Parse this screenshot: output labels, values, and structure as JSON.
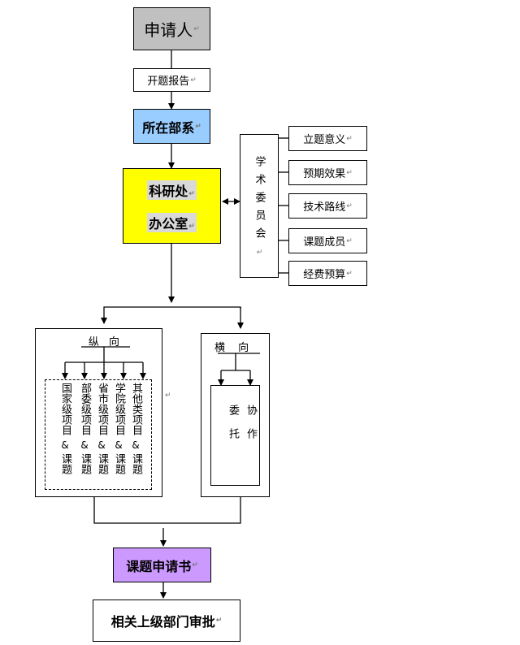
{
  "applicant": "申请人",
  "report": "开题报告",
  "department": "所在部系",
  "research_office": {
    "line1": "科研处",
    "line2": "办公室"
  },
  "committee": "学术委员会",
  "review_items": [
    "立题意义",
    "预期效果",
    "技术路线",
    "课题成员",
    "经费预算"
  ],
  "vertical": {
    "title": "纵 向",
    "columns": [
      {
        "top": "国家级项目",
        "bottom": "课题"
      },
      {
        "top": "部委级项目",
        "bottom": "课题"
      },
      {
        "top": "省市级项目",
        "bottom": "课题"
      },
      {
        "top": "学院级项目",
        "bottom": "课题"
      },
      {
        "top": "其他类项目",
        "bottom": "课题"
      }
    ],
    "amp": "&"
  },
  "horizontal": {
    "title": "横 向",
    "col1": "委托",
    "col2": "协作"
  },
  "application": "课题申请书",
  "approval": "相关上级部门审批",
  "colors": {
    "applicant": "#c0c0c0",
    "department": "#99ccff",
    "office": "#ffff00",
    "application": "#cc99ff"
  }
}
